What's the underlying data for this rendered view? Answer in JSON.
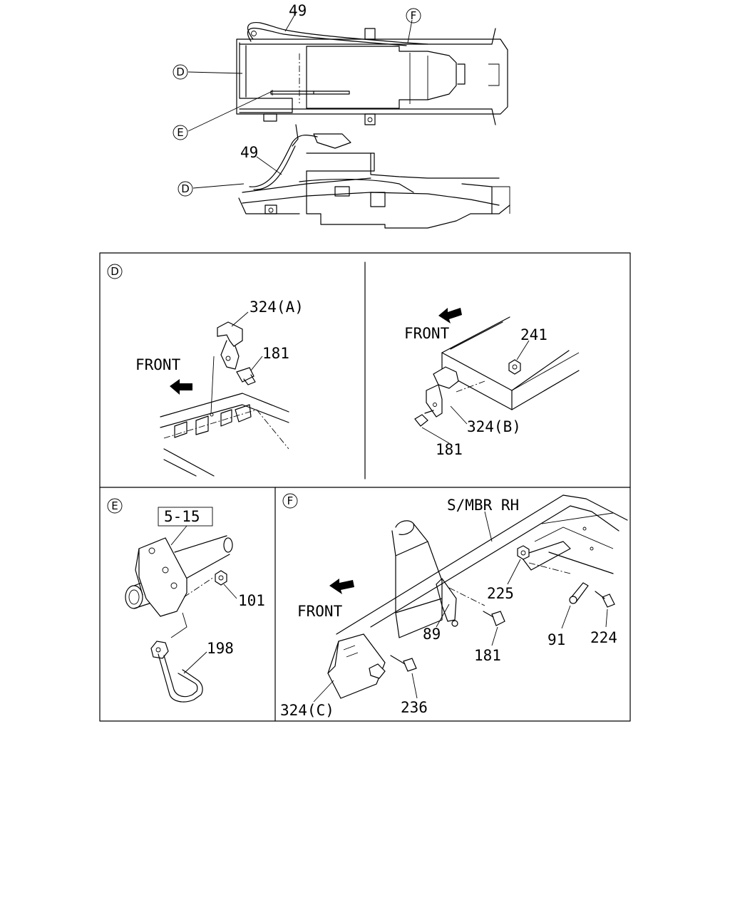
{
  "overview": {
    "label_49_top": "49",
    "label_49_side": "49",
    "callout_F": "F",
    "callout_D_top": "D",
    "callout_E": "E",
    "callout_D_side": "D"
  },
  "panel_D": {
    "callout": "D",
    "label_bracket": "324(A)",
    "label_bolt": "181",
    "label_front": "FRONT"
  },
  "panel_D2": {
    "label_front": "FRONT",
    "label_nut": "241",
    "label_bracket": "324(B)",
    "label_bolt": "181"
  },
  "panel_E": {
    "callout": "E",
    "ref_box": "5-15",
    "label_nut": "101",
    "label_clip": "198"
  },
  "panel_F": {
    "callout": "F",
    "label_member": "S/MBR RH",
    "label_front": "FRONT",
    "label_225": "225",
    "label_89": "89",
    "label_181": "181",
    "label_91": "91",
    "label_224": "224",
    "label_324c": "324(C)",
    "label_236": "236"
  }
}
